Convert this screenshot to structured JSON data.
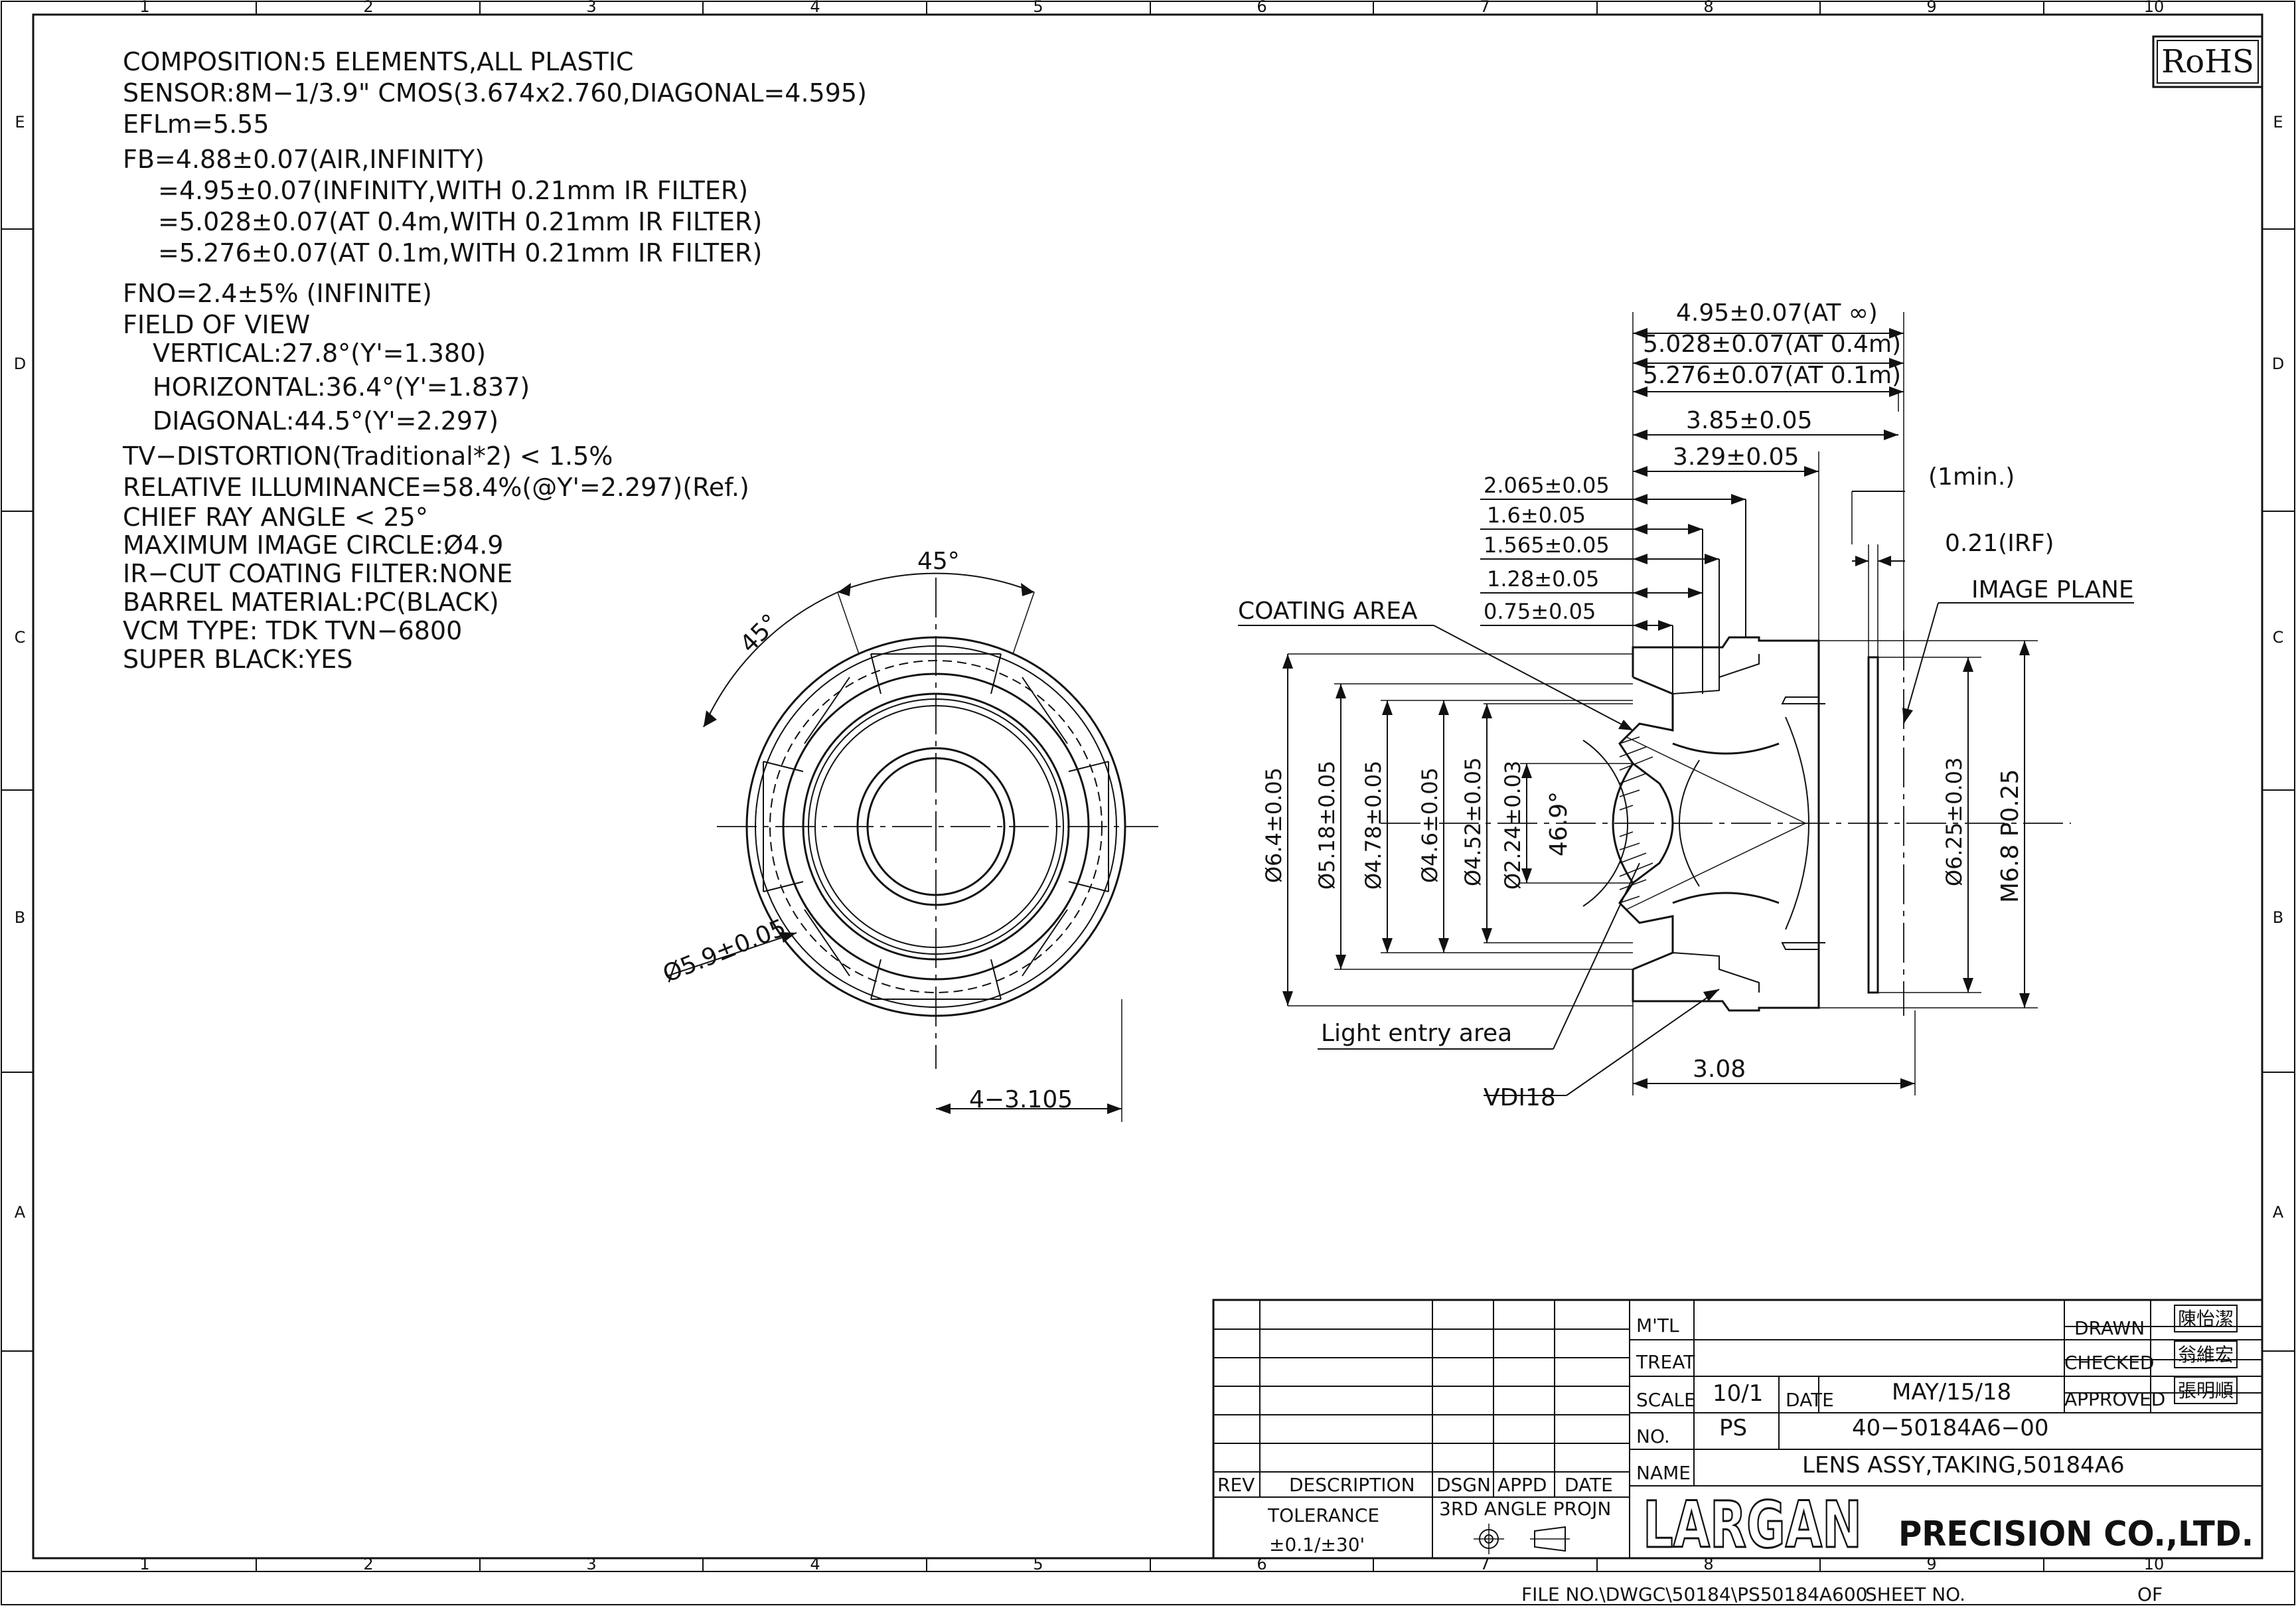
{
  "border": {
    "columns": [
      "1",
      "2",
      "3",
      "4",
      "5",
      "6",
      "7",
      "8",
      "9",
      "10"
    ],
    "rows": [
      "E",
      "D",
      "C",
      "B",
      "A"
    ]
  },
  "rohs": "RoHS",
  "specs": [
    "COMPOSITION:5 ELEMENTS,ALL PLASTIC",
    "SENSOR:8M−1/3.9\" CMOS(3.674x2.760,DIAGONAL=4.595)",
    "EFLm=5.55",
    "FB=4.88±0.07(AIR,INFINITY)",
    "=4.95±0.07(INFINITY,WITH 0.21mm IR FILTER)",
    "=5.028±0.07(AT 0.4m,WITH 0.21mm IR FILTER)",
    "=5.276±0.07(AT 0.1m,WITH 0.21mm IR FILTER)",
    "FNO=2.4±5% (INFINITE)",
    "FIELD OF VIEW",
    "VERTICAL:27.8°(Y'=1.380)",
    "HORIZONTAL:36.4°(Y'=1.837)",
    "DIAGONAL:44.5°(Y'=2.297)",
    "TV−DISTORTION(Traditional*2) < 1.5%",
    "RELATIVE ILLUMINANCE=58.4%(@Y'=2.297)(Ref.)",
    "CHIEF RAY ANGLE < 25°",
    "MAXIMUM IMAGE CIRCLE:Ø4.9",
    "IR−CUT COATING FILTER:NONE",
    "BARREL MATERIAL:PC(BLACK)",
    "VCM TYPE: TDK TVN−6800",
    "SUPER BLACK:YES"
  ],
  "front_view": {
    "angle_top": "45°",
    "angle_left": "45°",
    "diameter": "Ø5.9±0.05",
    "flats": "4−3.105"
  },
  "side_view": {
    "top_dims": [
      "4.95±0.07(AT ∞)",
      "5.028±0.07(AT 0.4m)",
      "5.276±0.07(AT 0.1m)",
      "3.85±0.05",
      "3.29±0.05"
    ],
    "left_dims": [
      "2.065±0.05",
      "1.6±0.05",
      "1.565±0.05",
      "1.28±0.05",
      "0.75±0.05"
    ],
    "min_note": "(1min.)",
    "irf": "0.21(IRF)",
    "image_plane": "IMAGE PLANE",
    "coating_area": "COATING AREA",
    "light_entry": "Light entry area",
    "vdi": "VDI18",
    "bottom_dim": "3.08",
    "diameters": [
      "Ø6.4±0.05",
      "Ø5.18±0.05",
      "Ø4.78±0.05",
      "Ø4.6±0.05",
      "Ø4.52±0.05",
      "Ø2.24±0.03"
    ],
    "angle": "46.9°",
    "right_dims": [
      "Ø6.25±0.03",
      "M6.8 P0.25"
    ]
  },
  "title_block": {
    "mtl": "M'TL",
    "treat": "TREAT",
    "scale_label": "SCALE",
    "scale_value": "10/1",
    "date_label": "DATE",
    "date_value": "MAY/15/18",
    "no_label": "NO.",
    "no_prefix": "PS",
    "part_number": "40−50184A6−00",
    "name_label": "NAME",
    "name_value": "LENS ASSY,TAKING,50184A6",
    "drawn": "DRAWN",
    "checked": "CHECKED",
    "approved": "APPROVED",
    "sig_drawn": "陳怡潔",
    "sig_checked": "翁維宏",
    "sig_approved": "張明順",
    "rev": "REV",
    "description": "DESCRIPTION",
    "dsgn": "DSGN",
    "appd": "APPD",
    "date_col": "DATE",
    "tolerance": "TOLERANCE",
    "tolerance_value": "±0.1/±30'",
    "projection": "3RD ANGLE PROJN",
    "company_logo": "LARGAN",
    "company_rest": "PRECISION CO.,LTD."
  },
  "footer": {
    "file_no": "FILE NO.\\DWGC\\50184\\PS50184A600",
    "sheet_no": "SHEET NO.",
    "of": "OF"
  }
}
